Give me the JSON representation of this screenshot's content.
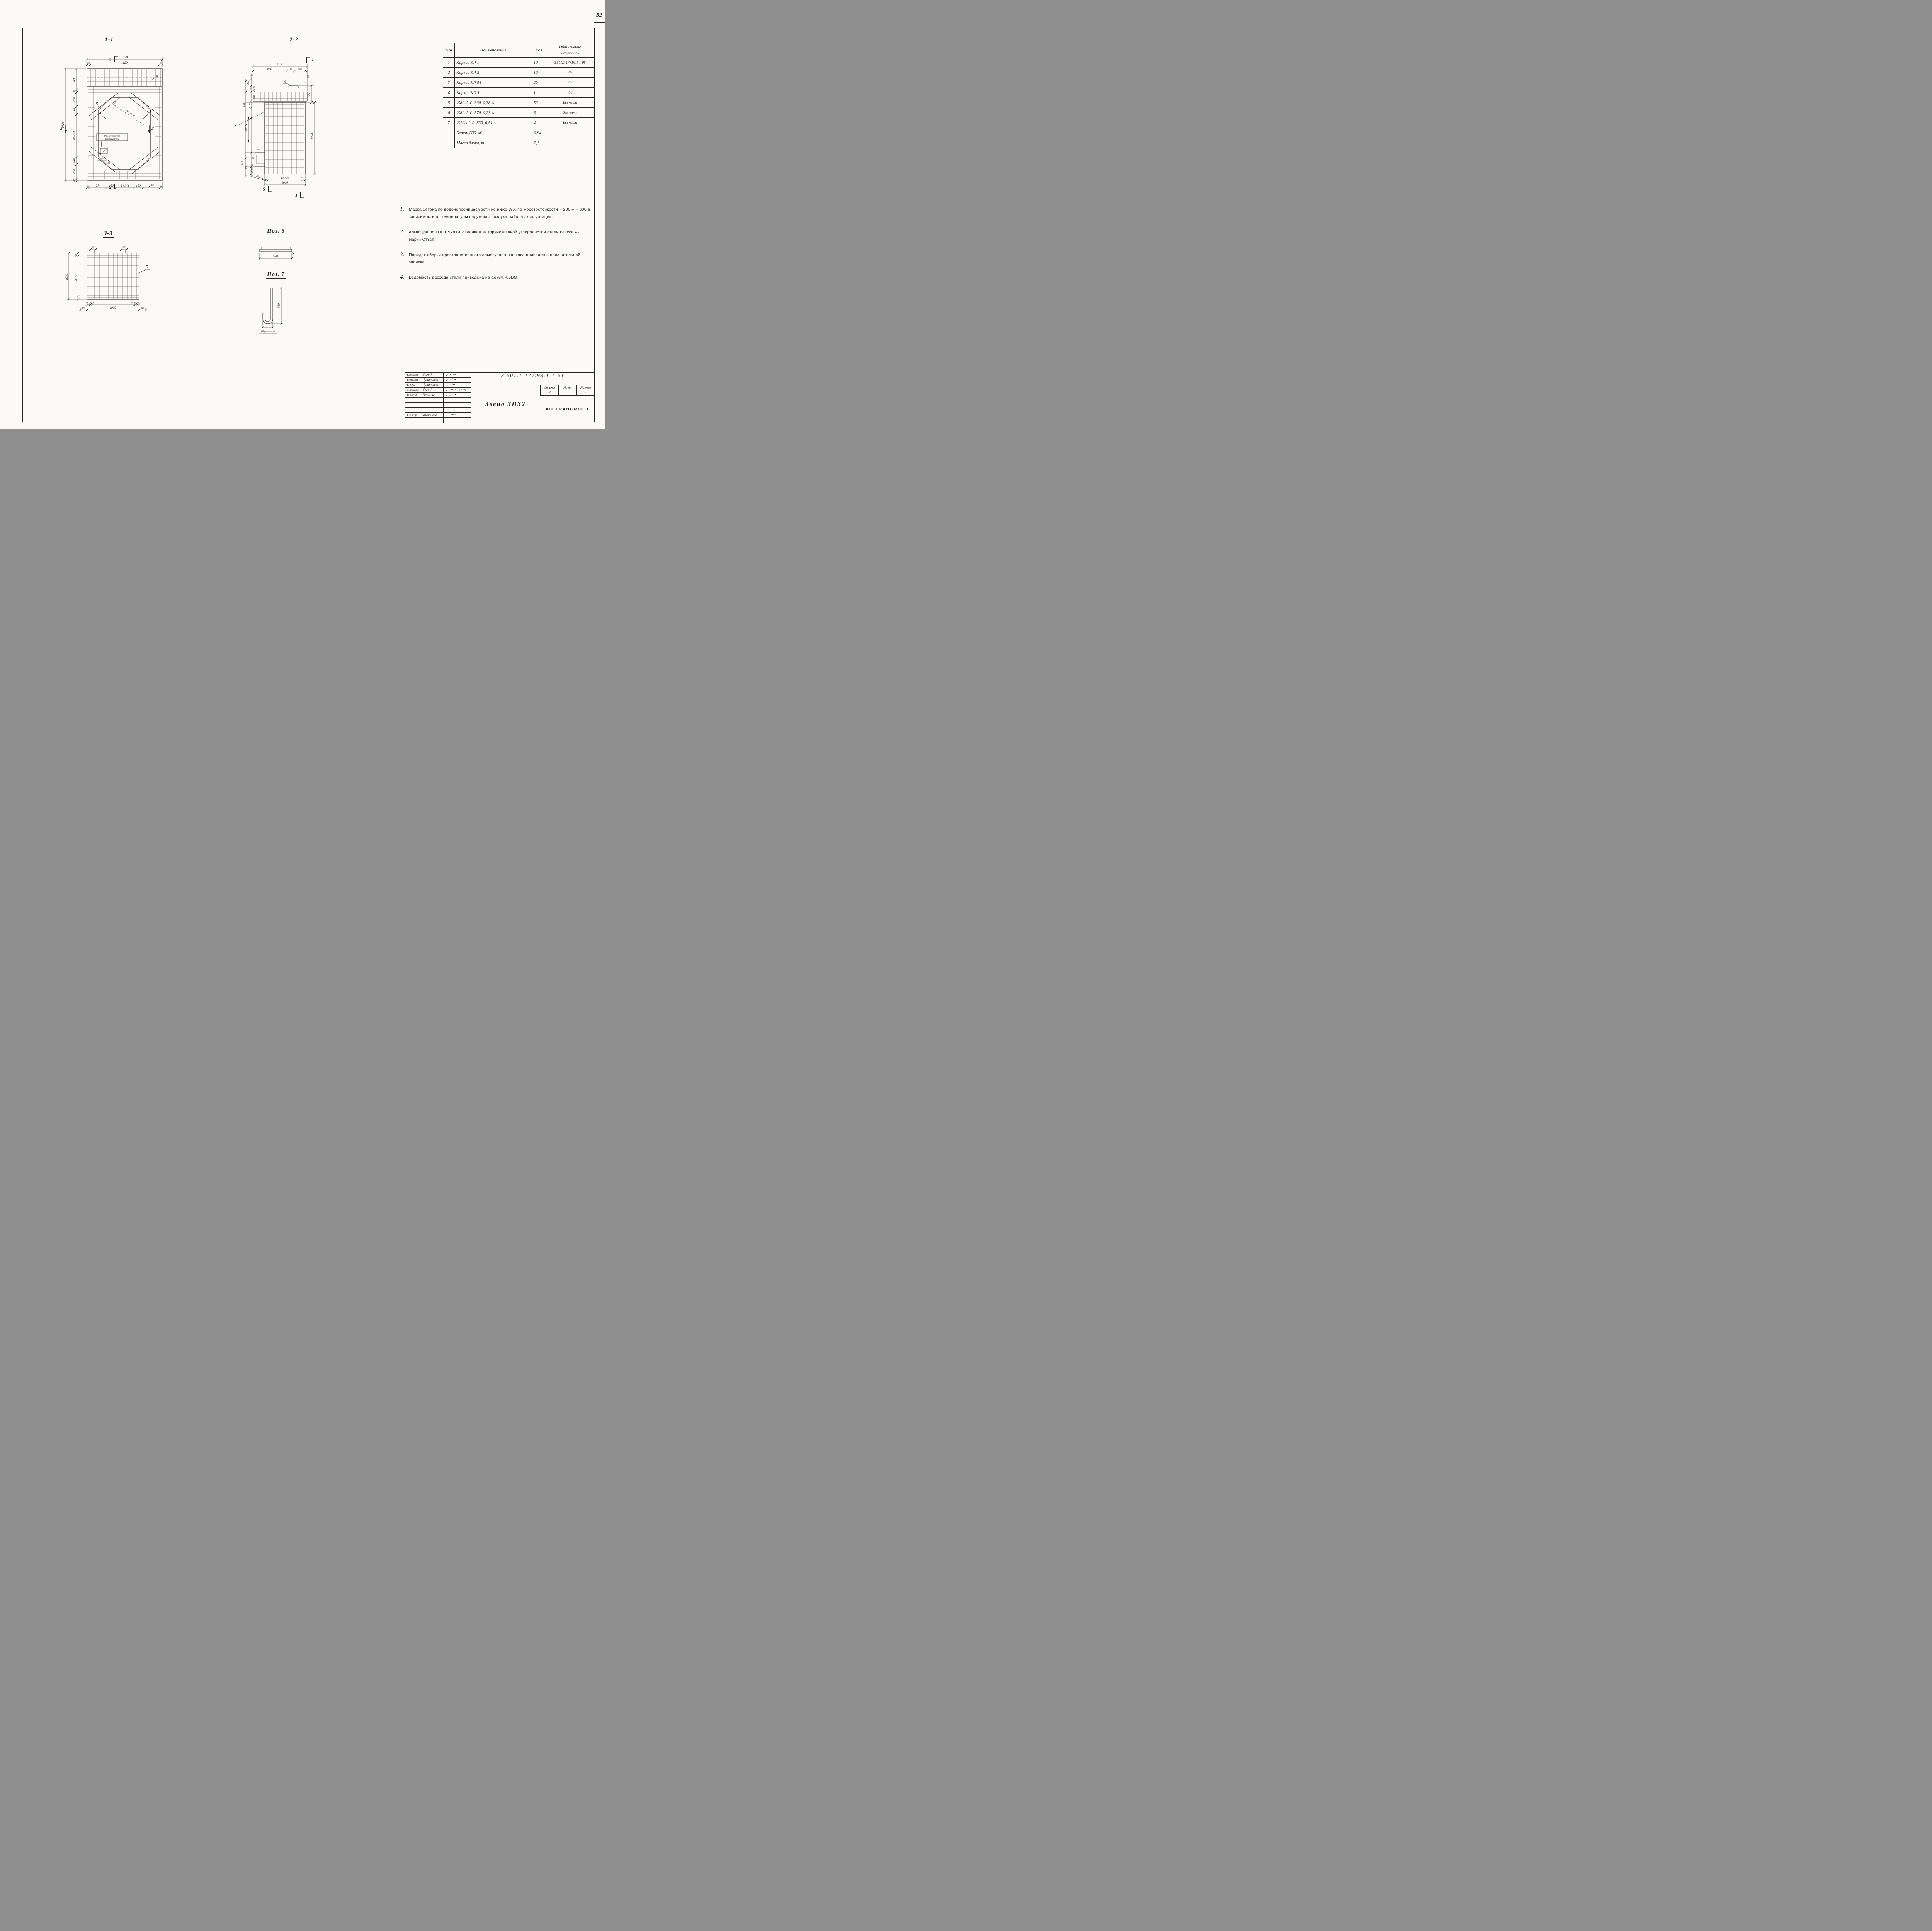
{
  "page": {
    "sheet_corner_number": "52"
  },
  "v11": {
    "title": "1-1",
    "marker_top": "2",
    "marker_bottom": "2",
    "marker_left": "3",
    "marker_right": "3",
    "dim_w_overall": "1220",
    "dim_w_50l": "50",
    "dim_w_inner": "1120",
    "dim_w_50r": "50",
    "dim_h_overall": "2120",
    "left_chain": [
      "400",
      "42",
      "274",
      "144",
      "4×200",
      "144",
      "274",
      "42"
    ],
    "bottom_chain": [
      "42",
      "274",
      "150",
      "2×144",
      "150",
      "274",
      "42"
    ],
    "callout_1": "1",
    "callout_2": "2",
    "callout_3": "3",
    "callout_4": "4",
    "callout_5": "5",
    "axis_label": "ось звена",
    "weld_line1": "Приваривается",
    "weld_line2": "при монтаже",
    "weld_dim_a": "150",
    "weld_dim_b": "150"
  },
  "v22": {
    "title": "2-2",
    "dim_top_overall": "1050",
    "top_chain": [
      "650",
      "150",
      "200"
    ],
    "right_dims": [
      "50",
      "350",
      "1720"
    ],
    "left_dims": [
      "32",
      "380",
      "26",
      "26",
      "368",
      "300",
      "110",
      "90",
      "~500",
      "330",
      "110",
      "26",
      "90",
      "26",
      "60",
      "26"
    ],
    "bottom_chain": [
      "26",
      "35",
      "4×225",
      "65"
    ],
    "dim_bottom_overall": "1000",
    "marker_top": "1",
    "marker_bottom": "1",
    "marker_detail5": "5",
    "callout_6": "6",
    "callout_7": "7"
  },
  "v33": {
    "title": "3-3",
    "top_dims": [
      "37",
      "37"
    ],
    "left_dims": [
      "50",
      "4×225",
      "1000"
    ],
    "bottom_chain": [
      "50",
      "26",
      "26",
      "26",
      "26",
      "50"
    ],
    "bottom_outer": [
      "110",
      "1000",
      "110"
    ],
    "callout_5": "5"
  },
  "p6": {
    "title": "Поз. 6",
    "dim": "520"
  },
  "p7": {
    "title": "Поз. 7",
    "dim_h": "310",
    "dim_w": "60 (в свету)"
  },
  "table": {
    "headers": {
      "pos": "Поз",
      "name": "Наименование",
      "qty": "Кол",
      "doc1": "Обозначение",
      "doc2": "документа"
    },
    "rows": [
      {
        "pos": "1",
        "name": "Каркас КР 1",
        "qty": "10",
        "doc": "3.501.1-177.93.1-1-06"
      },
      {
        "pos": "2",
        "name": "Каркас КР 2",
        "qty": "10",
        "doc": "-07"
      },
      {
        "pos": "3",
        "name": "Каркас КР 54",
        "qty": "20",
        "doc": "-38"
      },
      {
        "pos": "4",
        "name": "Каркас КП 1",
        "qty": "1",
        "doc": "-58"
      },
      {
        "pos": "5",
        "name": "∅8А-I, ℓ=960, 0,38 кг",
        "qty": "56",
        "doc": "Без черт"
      },
      {
        "pos": "6",
        "name": "∅8А-I, ℓ=570, 0,23 кг",
        "qty": "8",
        "doc": "Без черт."
      },
      {
        "pos": "7",
        "name": "∅10А-I, ℓ=830, 0,51 кг",
        "qty": "4",
        "doc": "Без черт"
      }
    ],
    "footer": [
      {
        "name": "Бетон В30, м³",
        "qty": "0,84"
      },
      {
        "name": "Масса блока, т",
        "qty": "2,1"
      }
    ]
  },
  "notes": [
    {
      "num": "1.",
      "text": "Марка бетона по водонепроницаемости не ниже W6, по морозостойкости F 200 – F 300 в зависимости от температуры наружного воздуха района эксплуатации."
    },
    {
      "num": "2.",
      "text": "Арматура по ГОСТ 5781-82 гладкая из горячекатаной углеродистой стали класса А-I марки Ст3сп."
    },
    {
      "num": "3.",
      "text": "Порядок сборки пространственного арматурного каркаса приведен в пояснительной записке."
    },
    {
      "num": "4.",
      "text": "Ведомость расхода стали приведена на докум.-85ВМ."
    }
  ],
  "titleblock": {
    "rows": [
      {
        "role": "Исполнил",
        "name": "Коен В"
      },
      {
        "role": "Проверил",
        "name": "Чупарнова"
      },
      {
        "role": "Нач.гр.",
        "name": "Чупарнова"
      },
      {
        "role": "Гл.инж.пр",
        "name": "Коен Б",
        "date": "12.93"
      },
      {
        "role": "Нач.отд",
        "name": "Ткаченко"
      },
      {
        "role": "Н.контр",
        "name": "Миронова"
      }
    ],
    "doc_number": "3.501.1-177.93.1-1-51",
    "stage_label": "Стадия",
    "sheet_label": "Лист",
    "sheets_label": "Листов",
    "stage": "Р",
    "sheet": "",
    "sheets": "1",
    "object": "Звено ЗП32",
    "org": "АО ТРАНСМОСТ"
  }
}
